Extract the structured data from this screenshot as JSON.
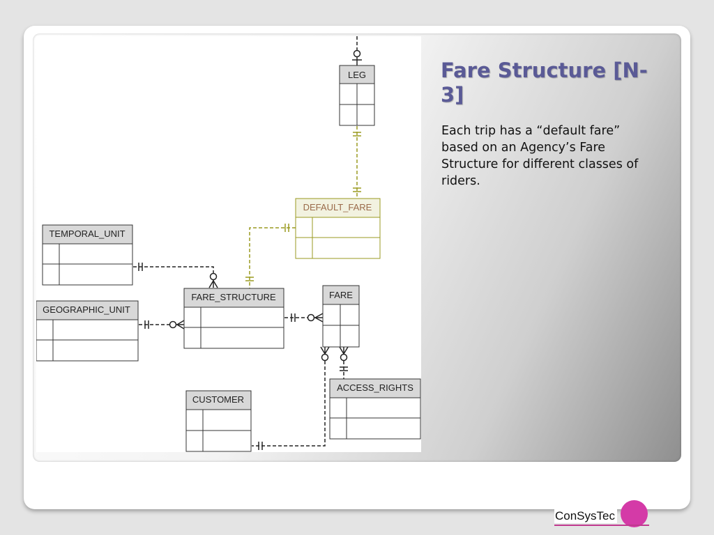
{
  "slide": {
    "title": "Fare Structure [N-3]",
    "body": "Each trip has a “default  fare” based on an Agency’s Fare Structure for different classes of riders."
  },
  "diagram": {
    "entities": {
      "leg": "LEG",
      "default_fare": "DEFAULT_FARE",
      "temporal_unit": "TEMPORAL_UNIT",
      "fare_structure": "FARE_STRUCTURE",
      "fare": "FARE",
      "geographic_unit": "GEOGRAPHIC_UNIT",
      "access_rights": "ACCESS_RIGHTS",
      "customer": "CUSTOMER"
    },
    "colors": {
      "entity_border": "#333333",
      "header_fill": "#d8d8d8",
      "highlight": "#9a9a20",
      "highlight_header_fill": "#f2f2e0",
      "connector": "#222222"
    }
  },
  "logo": {
    "text": "ConSysTec",
    "circle_color": "#d43aa7"
  }
}
